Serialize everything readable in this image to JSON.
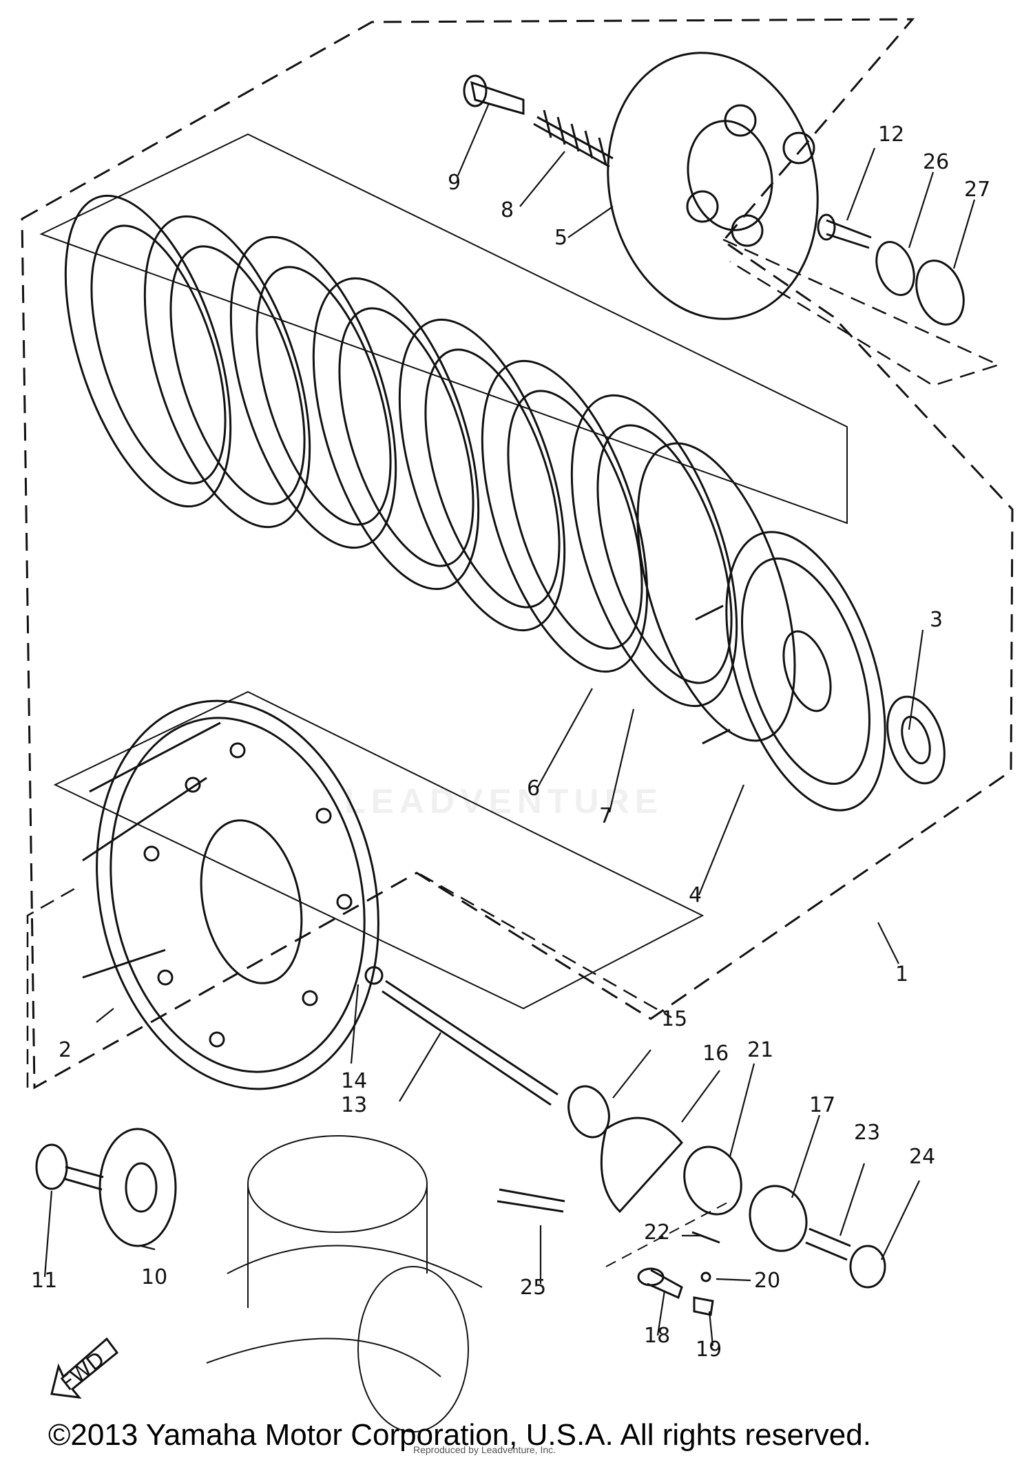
{
  "diagram": {
    "subject": "Yamaha clutch assembly exploded parts diagram",
    "callouts": [
      "1",
      "2",
      "3",
      "4",
      "5",
      "6",
      "7",
      "8",
      "9",
      "10",
      "11",
      "12",
      "13",
      "14",
      "15",
      "16",
      "17",
      "18",
      "19",
      "20",
      "21",
      "22",
      "23",
      "24",
      "25",
      "26",
      "27"
    ],
    "direction_label": "FWD",
    "watermark": "LEADVENTURE"
  },
  "footer": {
    "copyright": "©2013 Yamaha Motor Corporation, U.S.A. All rights reserved.",
    "reproduced": "Reproduced by Leadventure, Inc."
  },
  "colors": {
    "line": "#111111",
    "background": "#ffffff"
  }
}
